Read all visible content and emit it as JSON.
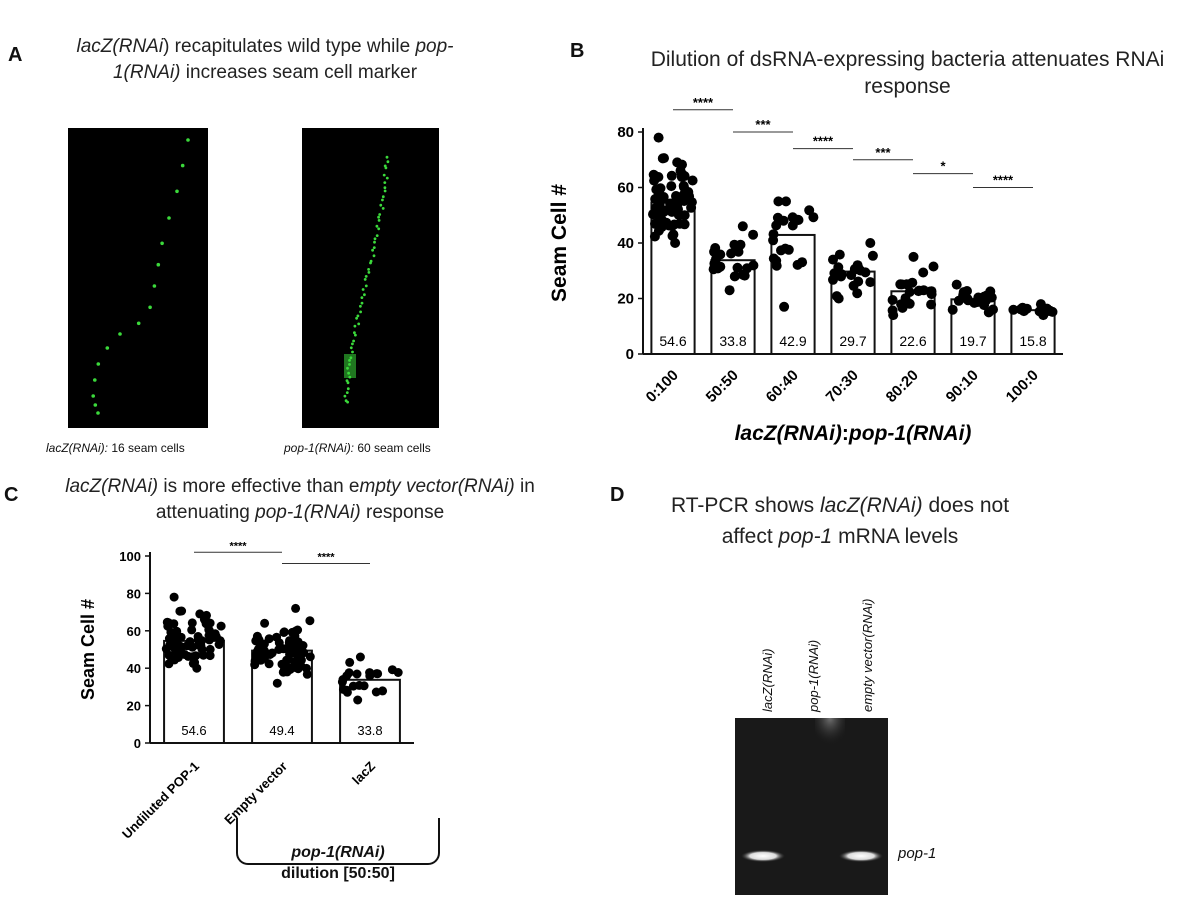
{
  "panel_a": {
    "letter": "A",
    "title_parts": [
      "lacZ(RNAi",
      ") recapitulates wild type while ",
      "pop-1(RNAi)",
      " increases seam cell marker"
    ],
    "caption_left_em": "lacZ(RNAi):",
    "caption_left_rest": " 16 seam cells",
    "caption_right_em": "pop-1(RNAi):",
    "caption_right_rest": " 60 seam cells",
    "marker_color": "#3bd93b",
    "left_seam_cells": 16,
    "right_seam_cells": 60
  },
  "panel_b": {
    "letter": "B",
    "title": "Dilution of dsRNA-expressing bacteria attenuates RNAi response"
  },
  "panel_c": {
    "letter": "C",
    "title_parts": [
      "lacZ(RNAi)",
      " is more effective than e",
      "mpty vector(RNAi)",
      " in attenuating ",
      "pop-1(RNAi)",
      " response"
    ],
    "bracket_line1": "pop-1(RNAi)",
    "bracket_line2": "dilution [50:50]"
  },
  "panel_d": {
    "letter": "D",
    "title_line1_pre": "RT-PCR shows ",
    "title_line1_em": "lacZ(RNAi)",
    "title_line1_post": " does not",
    "title_line2_pre": "affect ",
    "title_line2_em": "pop-1",
    "title_line2_post": " mRNA levels",
    "lanes": [
      "lacZ(RNAi)",
      "pop-1(RNAi)",
      "empty vector(RNAi)"
    ],
    "band_label": "pop-1"
  },
  "chart_data": [
    {
      "id": "B",
      "type": "bar",
      "categories": [
        "0:100",
        "50:50",
        "60:40",
        "70:30",
        "80:20",
        "90:10",
        "100:0"
      ],
      "values": [
        54.6,
        33.8,
        42.9,
        29.7,
        22.6,
        19.7,
        15.8
      ],
      "value_labels": [
        "54.6",
        "33.8",
        "42.9",
        "29.7",
        "22.6",
        "19.7",
        "15.8"
      ],
      "point_ranges": [
        [
          40,
          78
        ],
        [
          23,
          46
        ],
        [
          17,
          55
        ],
        [
          20,
          40
        ],
        [
          14,
          35
        ],
        [
          15,
          25
        ],
        [
          14,
          18
        ]
      ],
      "point_counts": [
        70,
        22,
        22,
        22,
        22,
        20,
        16
      ],
      "ylabel": "Seam Cell #",
      "xlabel_parts": [
        "lacZ(RNAi)",
        ":",
        "pop-1(RNAi)"
      ],
      "yticks": [
        0,
        20,
        40,
        60,
        80
      ],
      "ylim": [
        0,
        80
      ],
      "significance": [
        {
          "from": 0,
          "to": 1,
          "y": 88,
          "label": "****"
        },
        {
          "from": 1,
          "to": 2,
          "y": 80,
          "label": "***"
        },
        {
          "from": 2,
          "to": 3,
          "y": 74,
          "label": "****"
        },
        {
          "from": 3,
          "to": 4,
          "y": 70,
          "label": "***"
        },
        {
          "from": 4,
          "to": 5,
          "y": 65,
          "label": "*"
        },
        {
          "from": 5,
          "to": 6,
          "y": 60,
          "label": "****"
        }
      ]
    },
    {
      "id": "C",
      "type": "bar",
      "categories": [
        "Undiluted POP-1",
        "Empty vector",
        "lacZ"
      ],
      "values": [
        54.6,
        49.4,
        33.8
      ],
      "value_labels": [
        "54.6",
        "49.4",
        "33.8"
      ],
      "point_ranges": [
        [
          40,
          78
        ],
        [
          32,
          72
        ],
        [
          23,
          46
        ]
      ],
      "point_counts": [
        70,
        70,
        22
      ],
      "ylabel": "Seam Cell #",
      "yticks": [
        0,
        20,
        40,
        60,
        80,
        100
      ],
      "ylim": [
        0,
        100
      ],
      "significance": [
        {
          "from": 0,
          "to": 1,
          "y": 102,
          "label": "****"
        },
        {
          "from": 1,
          "to": 2,
          "y": 96,
          "label": "****"
        }
      ]
    }
  ]
}
